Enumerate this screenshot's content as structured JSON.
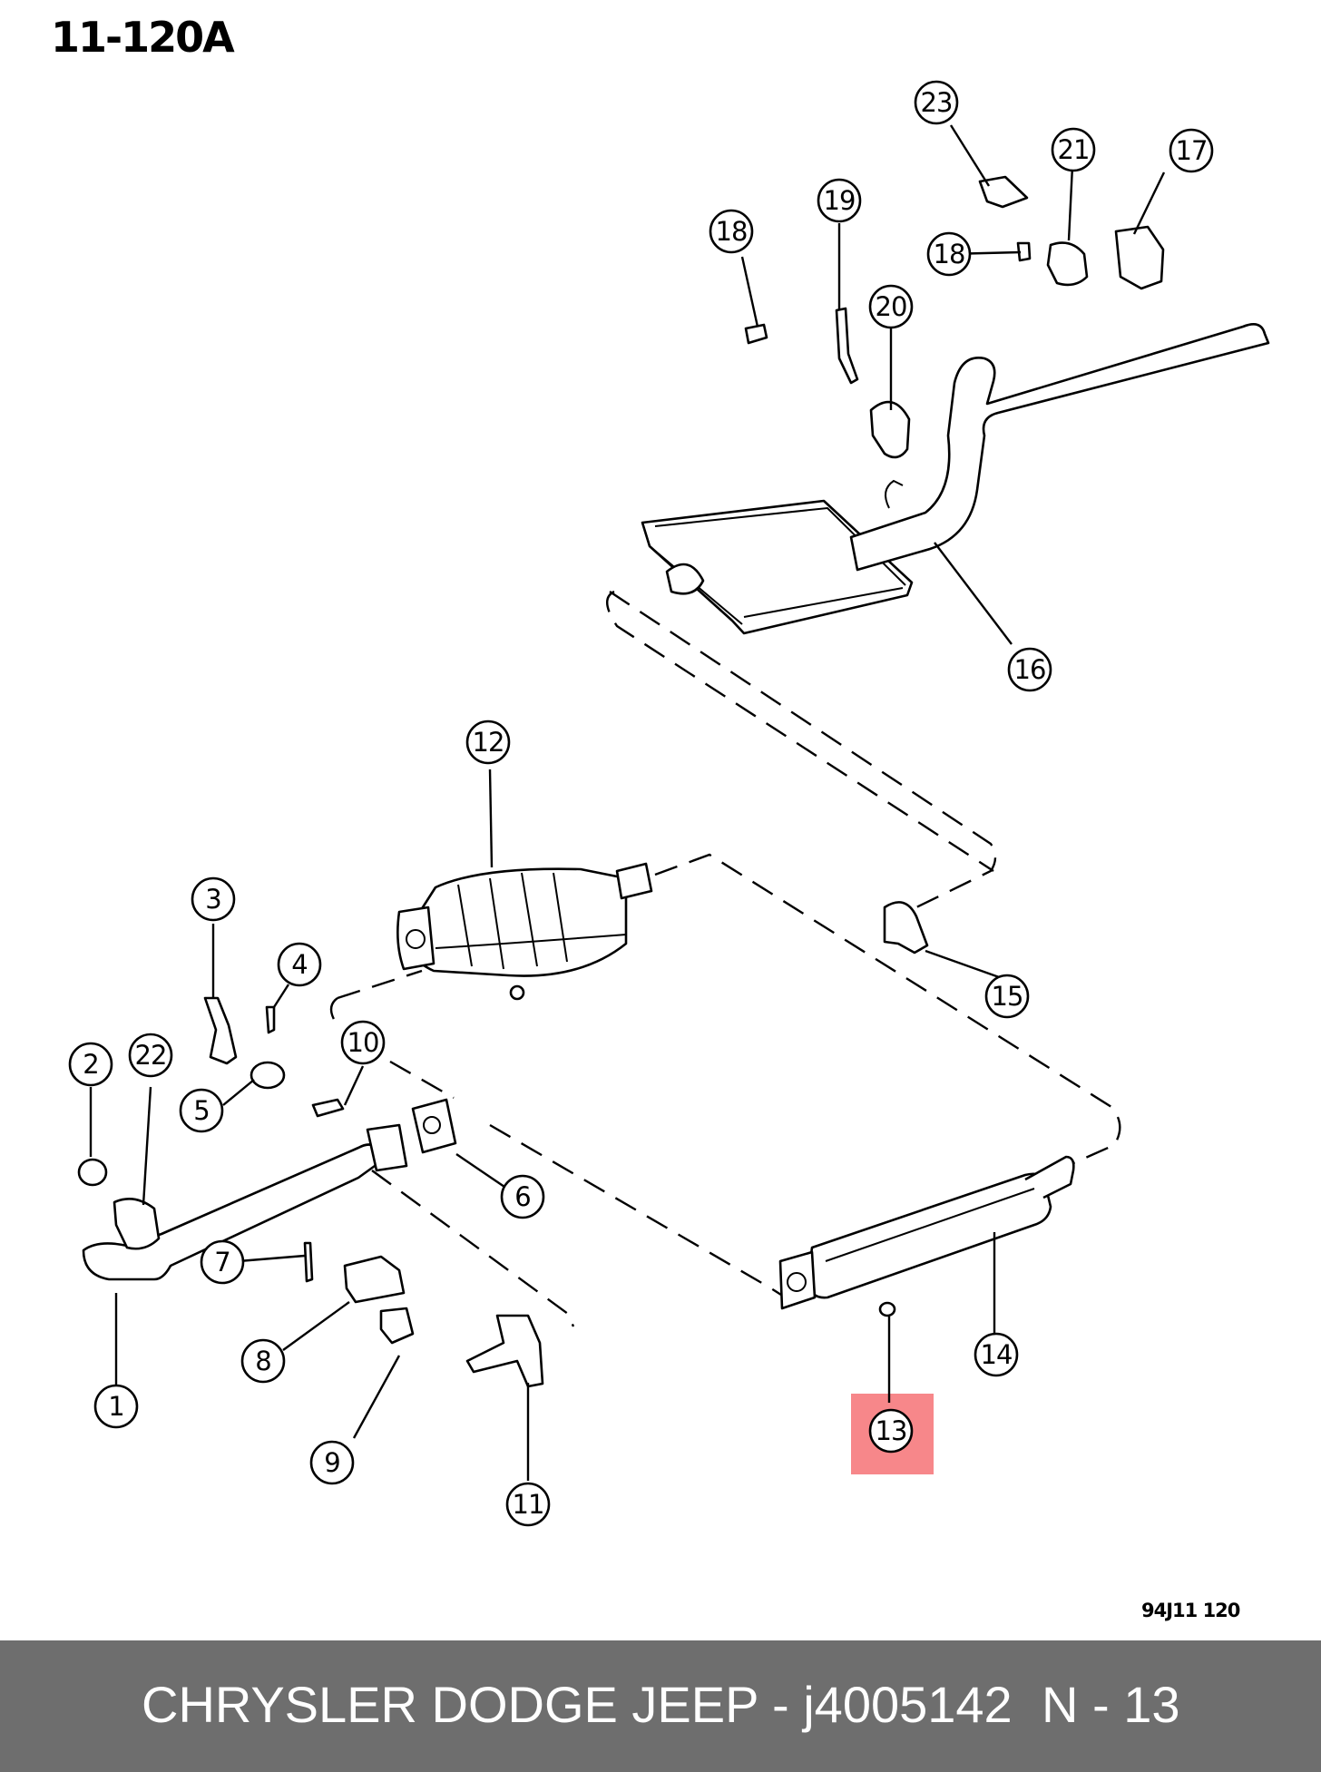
{
  "page_code": "11-120A",
  "figure_code": "94J11  120",
  "highlighted_callout": "13",
  "highlight_color": "#f7878a",
  "footer": {
    "title": "CHRYSLER DODGE JEEP - j4005142",
    "position": "N - 13",
    "background": "#6e6e6e"
  },
  "callouts": {
    "c1": "1",
    "c2": "2",
    "c3": "3",
    "c4": "4",
    "c5": "5",
    "c6": "6",
    "c7": "7",
    "c8": "8",
    "c9": "9",
    "c10": "10",
    "c11": "11",
    "c12": "12",
    "c13": "13",
    "c14": "14",
    "c15": "15",
    "c16": "16",
    "c17": "17",
    "c18a": "18",
    "c18b": "18",
    "c19": "19",
    "c20": "20",
    "c21": "21",
    "c22": "22",
    "c23": "23"
  }
}
